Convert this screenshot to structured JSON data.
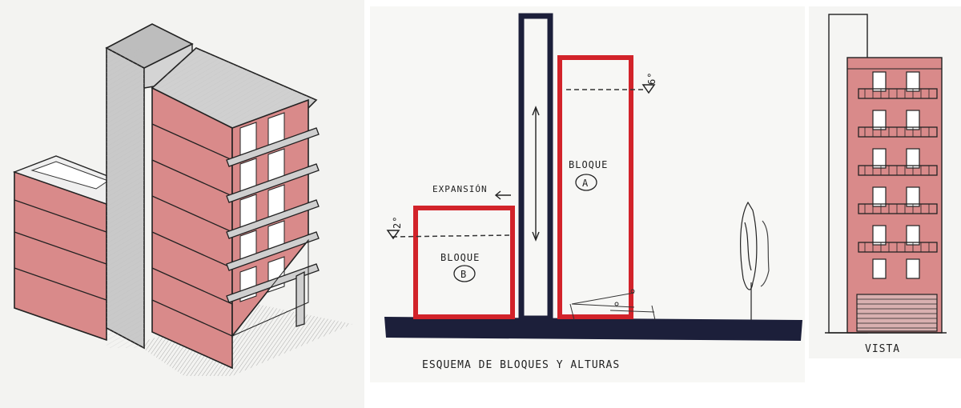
{
  "labels": {
    "expansion": "EXPANSIÓN",
    "block_a_name": "BLOQUE",
    "block_a_letter": "A",
    "block_b_name": "BLOQUE",
    "block_b_letter": "B",
    "level_a": "6°",
    "level_b": "2°",
    "scheme_caption": "ESQUEMA DE BLOQUES Y ALTURAS",
    "vista_caption": "VISTA"
  },
  "colors": {
    "brick": "#d98a8a",
    "block_outline": "#d2232a",
    "tower_outline": "#1c1f3a",
    "ground": "#1c1f3a",
    "concrete": "#c9c9c9"
  }
}
